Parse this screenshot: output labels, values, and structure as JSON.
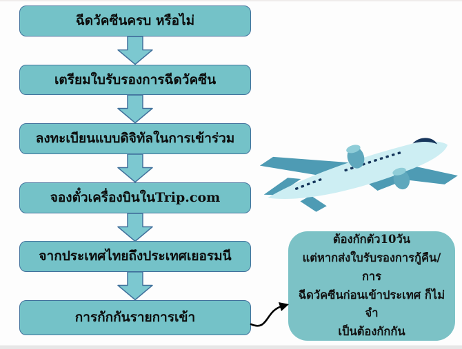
{
  "flow": {
    "boxes": [
      {
        "label": "ฉีดวัคซีนครบ หรือไม่"
      },
      {
        "label": "เตรียมใบรับรองการฉีดวัคซีน"
      },
      {
        "label": "ลงทะเบียนแบบดิจิทัลในการเข้าร่วม"
      },
      {
        "label": "จองตั๋วเครื่องบินในTrip.com"
      },
      {
        "label": "จากประเทศไทยถึงประเทศเยอรมนี"
      },
      {
        "label": "การกักกันรายการเข้า"
      }
    ]
  },
  "note": {
    "lines": [
      "ต้องกักตัว10วัน",
      "แต่หากส่งใบรับรองการกู้คืน/การ",
      "ฉีดวัคซีนก่อนเข้าประเทศ ก็ไม่จำ",
      "เป็นต้องกักกัน"
    ]
  },
  "icons": {
    "flow_arrow": "down-block-arrow",
    "connector": "curved-black-arrow",
    "illustration": "airplane"
  },
  "colors": {
    "box_fill": "#74c2c8",
    "box_border": "#41719c",
    "arrow_fill": "#7cc8d0",
    "bubble_fill": "#7cc2c6",
    "plane_body": "#cdeef3",
    "plane_wing": "#4e9bb4",
    "plane_engine": "#5fa8bd",
    "plane_window": "#16365c",
    "connector_color": "#000000",
    "background": "#fdfdfd",
    "footer_strip": "#e7e7e7"
  }
}
